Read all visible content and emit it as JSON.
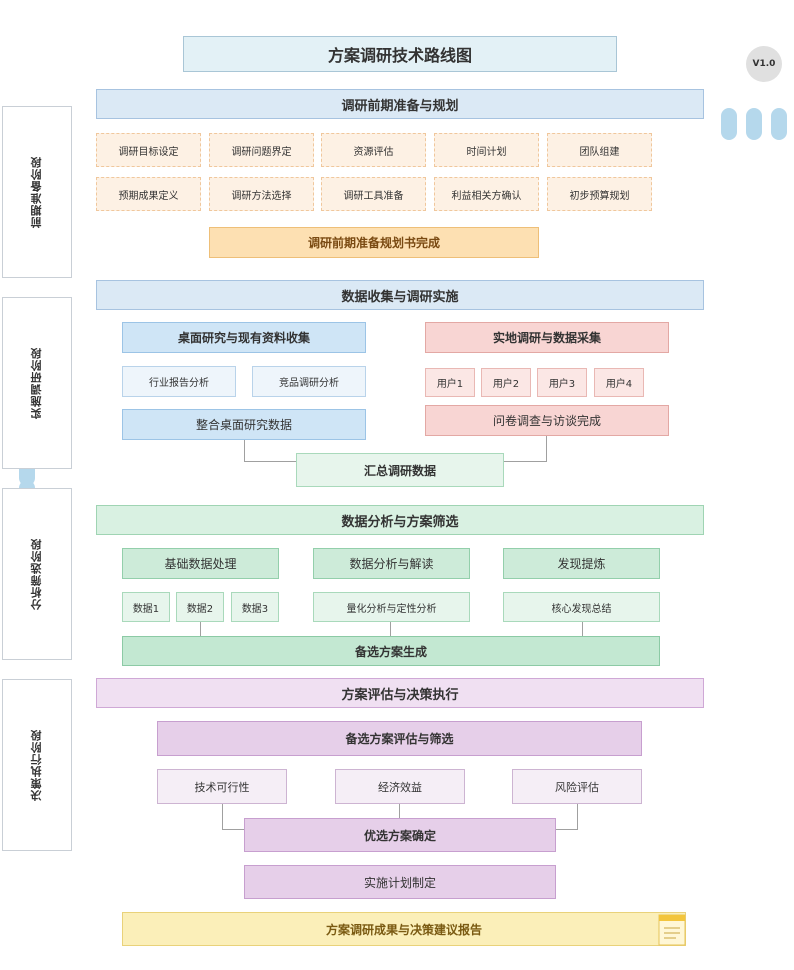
{
  "title": "方案调研技术路线图",
  "version": "V1.0",
  "stages": [
    "前期准备阶段",
    "实施调研阶段",
    "分析筛选阶段",
    "决策执行阶段"
  ],
  "phase1": {
    "header": "调研前期准备与规划",
    "row1": [
      "调研目标设定",
      "调研问题界定",
      "资源评估",
      "时间计划",
      "团队组建"
    ],
    "row2": [
      "预期成果定义",
      "调研方法选择",
      "调研工具准备",
      "利益相关方确认",
      "初步预算规划"
    ],
    "result": "调研前期准备规划书完成"
  },
  "phase2": {
    "header": "数据收集与调研实施",
    "desk": {
      "title": "桌面研究与现有资料收集",
      "items": [
        "行业报告分析",
        "竞品调研分析"
      ],
      "result": "整合桌面研究数据"
    },
    "field": {
      "title": "实地调研与数据采集",
      "users": [
        "用户1",
        "用户2",
        "用户3",
        "用户4"
      ],
      "result": "问卷调查与访谈完成"
    },
    "summary": "汇总调研数据"
  },
  "phase3": {
    "header": "数据分析与方案筛选",
    "col1": {
      "title": "基础数据处理",
      "items": [
        "数据1",
        "数据2",
        "数据3"
      ]
    },
    "col2": {
      "title": "数据分析与解读",
      "item": "量化分析与定性分析"
    },
    "col3": {
      "title": "发现提炼",
      "item": "核心发现总结"
    },
    "result": "备选方案生成"
  },
  "phase4": {
    "header": "方案评估与决策执行",
    "eval": "备选方案评估与筛选",
    "criteria": [
      "技术可行性",
      "经济效益",
      "风险评估"
    ],
    "optimal": "优选方案确定",
    "plan": "实施计划制定"
  },
  "final": "方案调研成果与决策建议报告"
}
